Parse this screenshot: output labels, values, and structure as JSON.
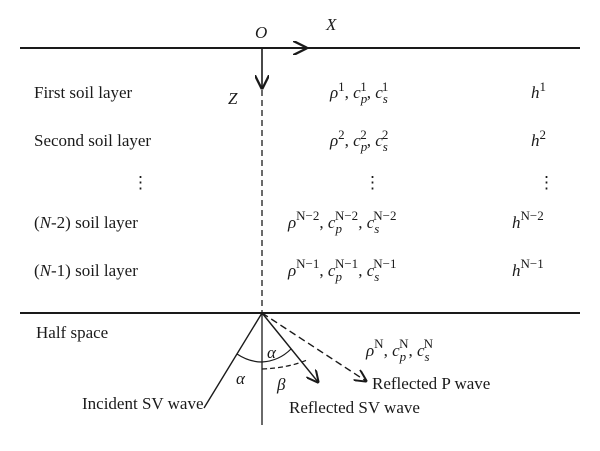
{
  "axes": {
    "origin": "O",
    "x": "X",
    "z": "Z"
  },
  "layers": [
    {
      "name": "First soil layer",
      "rho": "ρ",
      "rho_sup": "1",
      "cp": "c",
      "cp_sub": "p",
      "cp_sup": "1",
      "cs": "c",
      "cs_sub": "s",
      "cs_sup": "1",
      "h": "h",
      "h_sup": "1"
    },
    {
      "name": "Second soil layer",
      "rho": "ρ",
      "rho_sup": "2",
      "cp": "c",
      "cp_sub": "p",
      "cp_sup": "2",
      "cs": "c",
      "cs_sub": "s",
      "cs_sup": "2",
      "h": "h",
      "h_sup": "2"
    },
    {
      "name": "⋮",
      "props": "⋮",
      "h": "⋮"
    },
    {
      "name_prefix": "(",
      "name_var": "N",
      "name_suffix": "-2) soil layer",
      "rho": "ρ",
      "rho_sup": "N−2",
      "cp": "c",
      "cp_sub": "p",
      "cp_sup": "N−2",
      "cs": "c",
      "cs_sub": "s",
      "cs_sup": "N−2",
      "h": "h",
      "h_sup": "N−2"
    },
    {
      "name_prefix": "(",
      "name_var": "N",
      "name_suffix": "-1) soil layer",
      "rho": "ρ",
      "rho_sup": "N−1",
      "cp": "c",
      "cp_sub": "p",
      "cp_sup": "N−1",
      "cs": "c",
      "cs_sub": "s",
      "cs_sup": "N−1",
      "h": "h",
      "h_sup": "N−1"
    }
  ],
  "half_space": {
    "label": "Half space",
    "rho": "ρ",
    "rho_sup": "N",
    "cp": "c",
    "cp_sub": "p",
    "cp_sup": "N",
    "cs": "c",
    "cs_sub": "s",
    "cs_sup": "N"
  },
  "angles": {
    "alpha": "α",
    "beta": "β"
  },
  "waves": {
    "incident_sv": "Incident SV wave",
    "reflected_sv": "Reflected SV wave",
    "reflected_p": "Reflected P wave"
  },
  "separator": ", "
}
